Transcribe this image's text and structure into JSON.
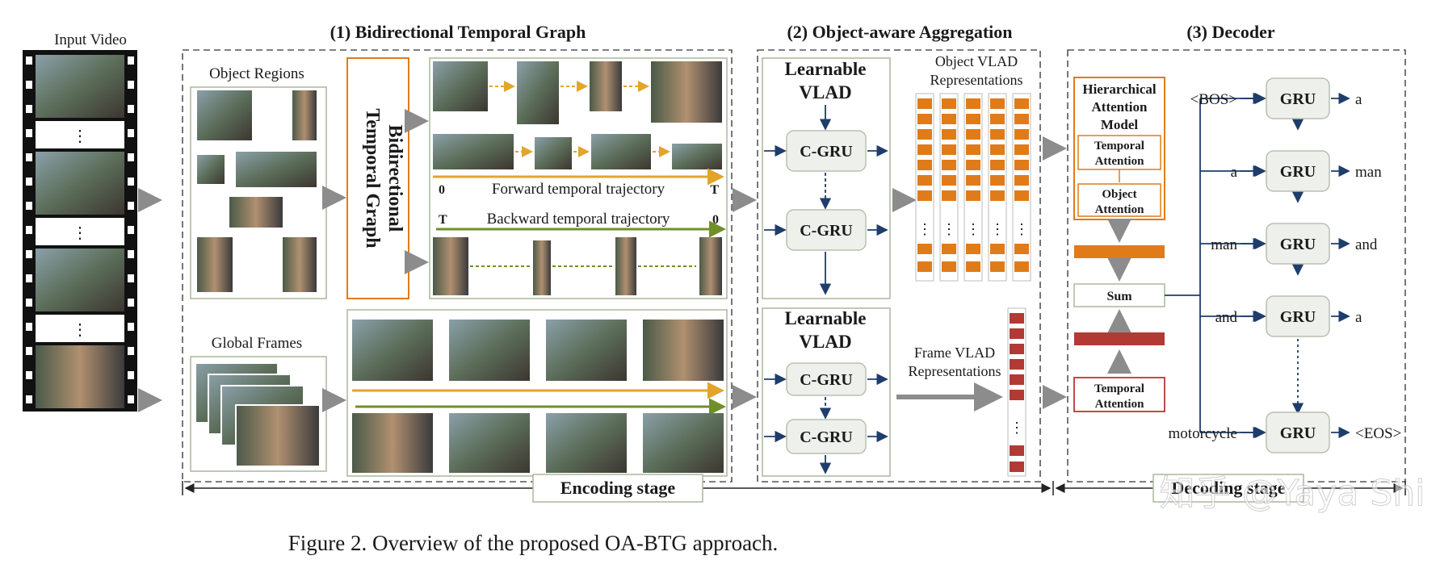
{
  "figure": {
    "caption": "Figure 2. Overview of the proposed OA-BTG approach."
  },
  "input": {
    "label": "Input Video",
    "dots": "⋮"
  },
  "section1": {
    "title": "(1) Bidirectional Temporal Graph",
    "object_regions_label": "Object Regions",
    "global_frames_label": "Global Frames",
    "btg_block_line1": "Bidirectional",
    "btg_block_line2": "Temporal Graph",
    "forward_label": "Forward temporal trajectory",
    "backward_label": "Backward temporal trajectory",
    "forward_start": "0",
    "forward_end": "T",
    "backward_start": "T",
    "backward_end": "0"
  },
  "section2": {
    "title": "(2) Object-aware Aggregation",
    "vlad_line1": "Learnable",
    "vlad_line2": "VLAD",
    "cgru_label": "C-GRU",
    "object_vlad_line1": "Object VLAD",
    "object_vlad_line2": "Representations",
    "frame_vlad_line1": "Frame VLAD",
    "frame_vlad_line2": "Representations"
  },
  "section3": {
    "title": "(3) Decoder",
    "ham_line1": "Hierarchical",
    "ham_line2": "Attention",
    "ham_line3": "Model",
    "temporal_attention_line1": "Temporal",
    "temporal_attention_line2": "Attention",
    "object_attention_line1": "Object",
    "object_attention_line2": "Attention",
    "sum_label": "Sum",
    "gru_label": "GRU",
    "inputs": [
      "<BOS>",
      "a",
      "man",
      "and",
      "motorcycle"
    ],
    "outputs": [
      "a",
      "man",
      "and",
      "a",
      "<EOS>"
    ]
  },
  "stages": {
    "encoding": "Encoding stage",
    "decoding": "Decoding stage"
  },
  "watermark": "知乎 @Yaya Shi",
  "colors": {
    "orange": "#e07b1a",
    "red": "#b23a34",
    "navy": "#1f3d6b",
    "forward_arrow": "#e2a52a",
    "backward_arrow": "#6f8f2a",
    "gray_arrow": "#8c8c8c"
  }
}
